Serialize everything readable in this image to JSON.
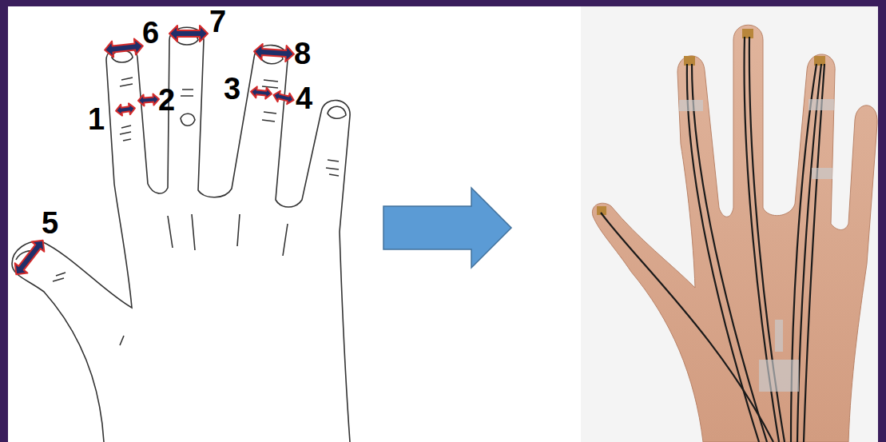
{
  "diagram": {
    "labels": [
      "6",
      "7",
      "8",
      "3",
      "4",
      "1",
      "2",
      "5"
    ]
  }
}
